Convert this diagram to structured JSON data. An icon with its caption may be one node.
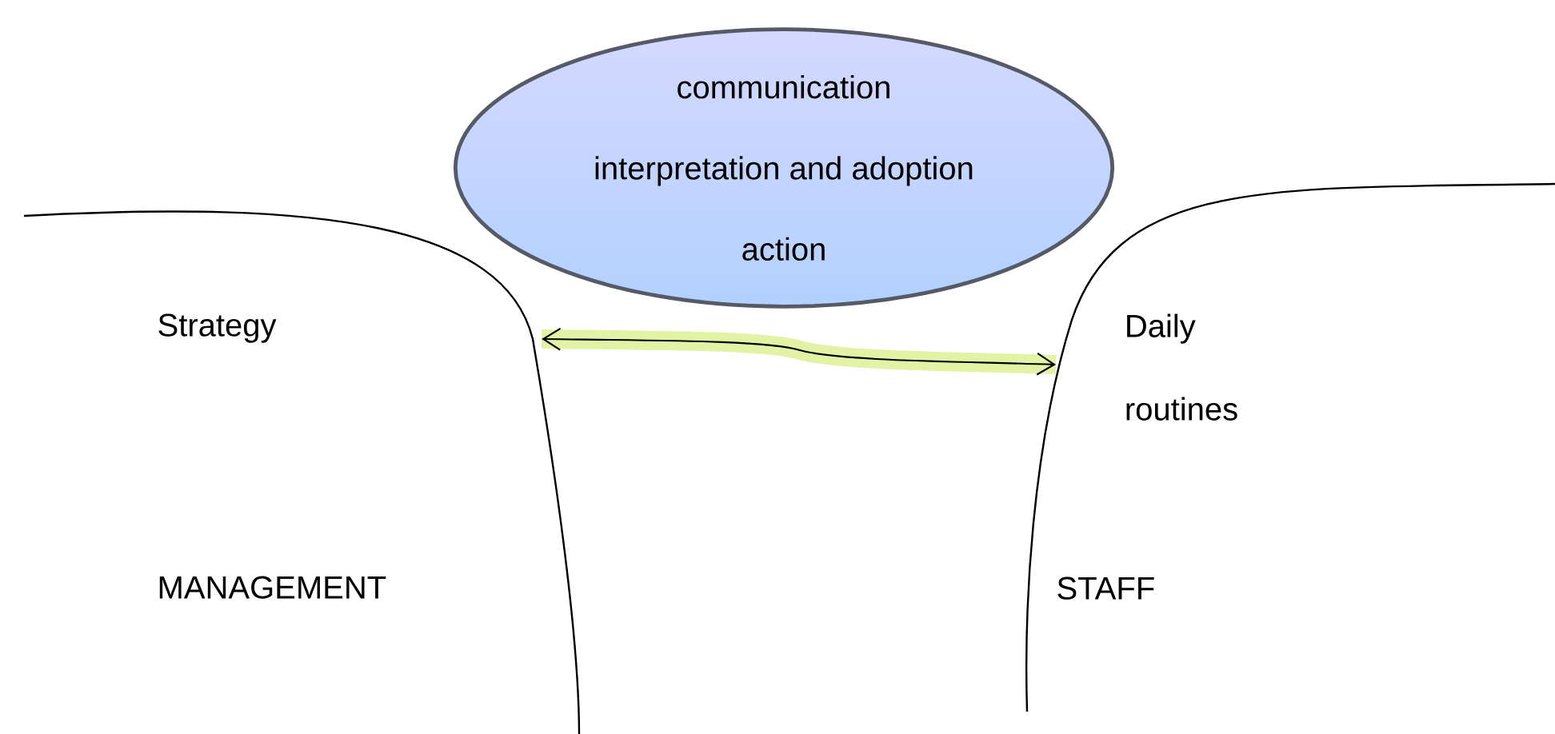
{
  "diagram": {
    "nodes": [
      {
        "text": [
          "communication",
          "interpretation and adoption",
          "action"
        ]
      },
      {
        "text": [
          "Strategy",
          "MANAGEMENT"
        ]
      },
      {
        "text": [
          "Daily routines",
          "STAFF"
        ]
      }
    ],
    "edges": [
      {
        "from": 1,
        "to": 2,
        "arrow": "both"
      }
    ]
  }
}
